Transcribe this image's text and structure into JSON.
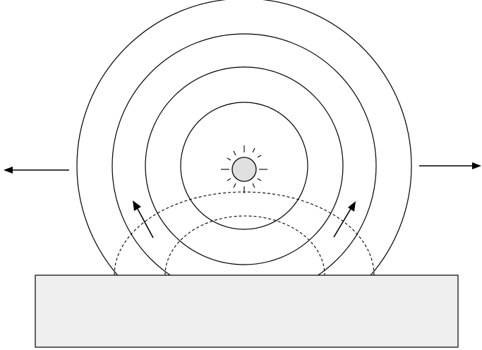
{
  "diagram": {
    "wavefront_count": 4,
    "reflected_wave_count": 2,
    "source": {
      "icon": "sun-icon",
      "fill": "#e0e0e0"
    },
    "surface": {
      "fill": "#efefef"
    },
    "arrows": [
      "left-arrow",
      "right-arrow",
      "up-arrow",
      "up-arrow"
    ],
    "colors": {
      "stroke": "#000000",
      "background": "#ffffff"
    }
  }
}
